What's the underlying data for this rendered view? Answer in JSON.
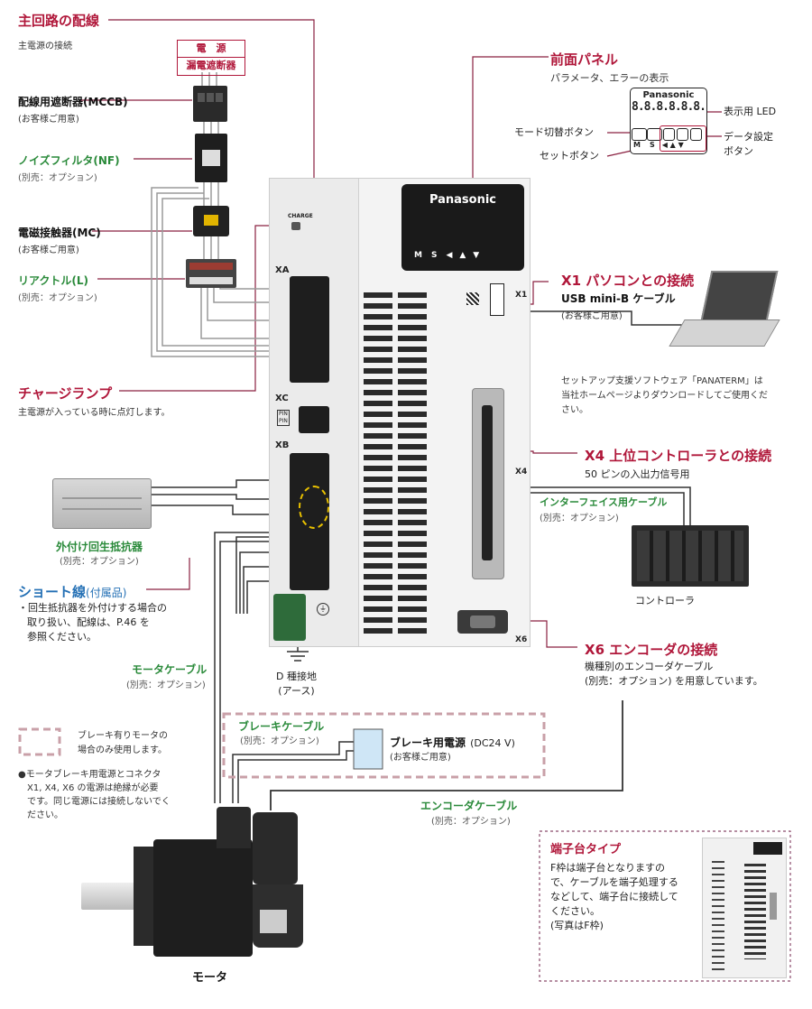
{
  "main_circuit": {
    "title": "主回路の配線",
    "subtitle": "主電源の接続",
    "power_label_1": "電　源",
    "power_label_2": "漏電遮断器",
    "mccb_title": "配線用遮断器(MCCB)",
    "mccb_note": "(お客様ご用意)",
    "nf_title": "ノイズフィルタ(NF)",
    "nf_note": "(別売：オプション)",
    "mc_title": "電磁接触器(MC)",
    "mc_note": "(お客様ご用意)",
    "reactor_title": "リアクトル(L)",
    "reactor_note": "(別売：オプション)"
  },
  "charge_lamp": {
    "title": "チャージランプ",
    "desc": "主電源が入っている時に点灯します。"
  },
  "regen": {
    "title": "外付け回生抵抗器",
    "note": "(別売：オプション)"
  },
  "short_wire": {
    "title": "ショート線",
    "title_suffix": "(付属品)",
    "desc1": "・回生抵抗器を外付けする場合の",
    "desc2": "取り扱い、配線は、P.46 を",
    "desc3": "参照ください。"
  },
  "motor_cable": {
    "title": "モータケーブル",
    "note": "(別売：オプション)"
  },
  "ground": {
    "label1": "D 種接地",
    "label2": "(アース)"
  },
  "legend": {
    "text1": "ブレーキ有りモータの",
    "text2": "場合のみ使用します。",
    "bullet1": "●モータブレーキ用電源とコネクタ",
    "bullet2": "X1, X4, X6 の電源は絶縁が必要",
    "bullet3": "です。同じ電源には接続しないでく",
    "bullet4": "ださい。"
  },
  "brake_cable": {
    "title": "ブレーキケーブル",
    "note": "(別売：オプション)",
    "power_title": "ブレーキ用電源",
    "power_suffix": "(DC24 V)",
    "power_note": "(お客様ご用意)"
  },
  "encoder_cable": {
    "title": "エンコーダケーブル",
    "note": "(別売：オプション)"
  },
  "motor_label": "モータ",
  "front_panel": {
    "title": "前面パネル",
    "desc": "パラメータ、エラーの表示",
    "brand": "Panasonic",
    "led_digits": "8.8.8.8.8.8.",
    "led_label": "表示用 LED",
    "mode_btn": "モード切替ボタン",
    "set_btn": "セットボタン",
    "data_btn1": "データ設定",
    "data_btn2": "ボタン",
    "btn_m": "M",
    "btn_s": "S",
    "btn_arrows": "◀ ▲ ▼"
  },
  "driver": {
    "brand": "Panasonic",
    "charge": "CHARGE",
    "xa": "XA",
    "xb": "XB",
    "xc": "XC",
    "x1": "X1",
    "x4": "X4",
    "x6": "X6",
    "pin1": "PIN",
    "pin2": "PIN",
    "keys": [
      "M",
      "S",
      "◀",
      "▲",
      "▼"
    ]
  },
  "x1": {
    "title": "X1 パソコンとの接続",
    "cable": "USB mini-B ケーブル",
    "note": "(お客様ご用意)",
    "sw1": "セットアップ支援ソフトウェア「PANATERM」は",
    "sw2": "当社ホームページよりダウンロードしてご使用くだ",
    "sw3": "さい。"
  },
  "x4": {
    "title": "X4 上位コントローラとの接続",
    "desc": "50 ピンの入出力信号用",
    "cable_title": "インターフェイス用ケーブル",
    "cable_note": "(別売：オプション)",
    "controller": "コントローラ"
  },
  "x6": {
    "title": "X6 エンコーダの接続",
    "desc1": "機種別のエンコーダケーブル",
    "desc2": "(別売：オプション) を用意しています。"
  },
  "terminal": {
    "title": "端子台タイプ",
    "text1": "F枠は端子台となりますの",
    "text2": "で、ケーブルを端子処理する",
    "text3": "などして、端子台に接続して",
    "text4": "ください。",
    "text5": "(写真はF枠)"
  },
  "colors": {
    "accent_red": "#b0173a",
    "accent_green": "#2a8a3a",
    "accent_blue": "#2470b5",
    "dashed_pink": "#c9a0a8",
    "dashed_purple": "#8a4a6a"
  }
}
